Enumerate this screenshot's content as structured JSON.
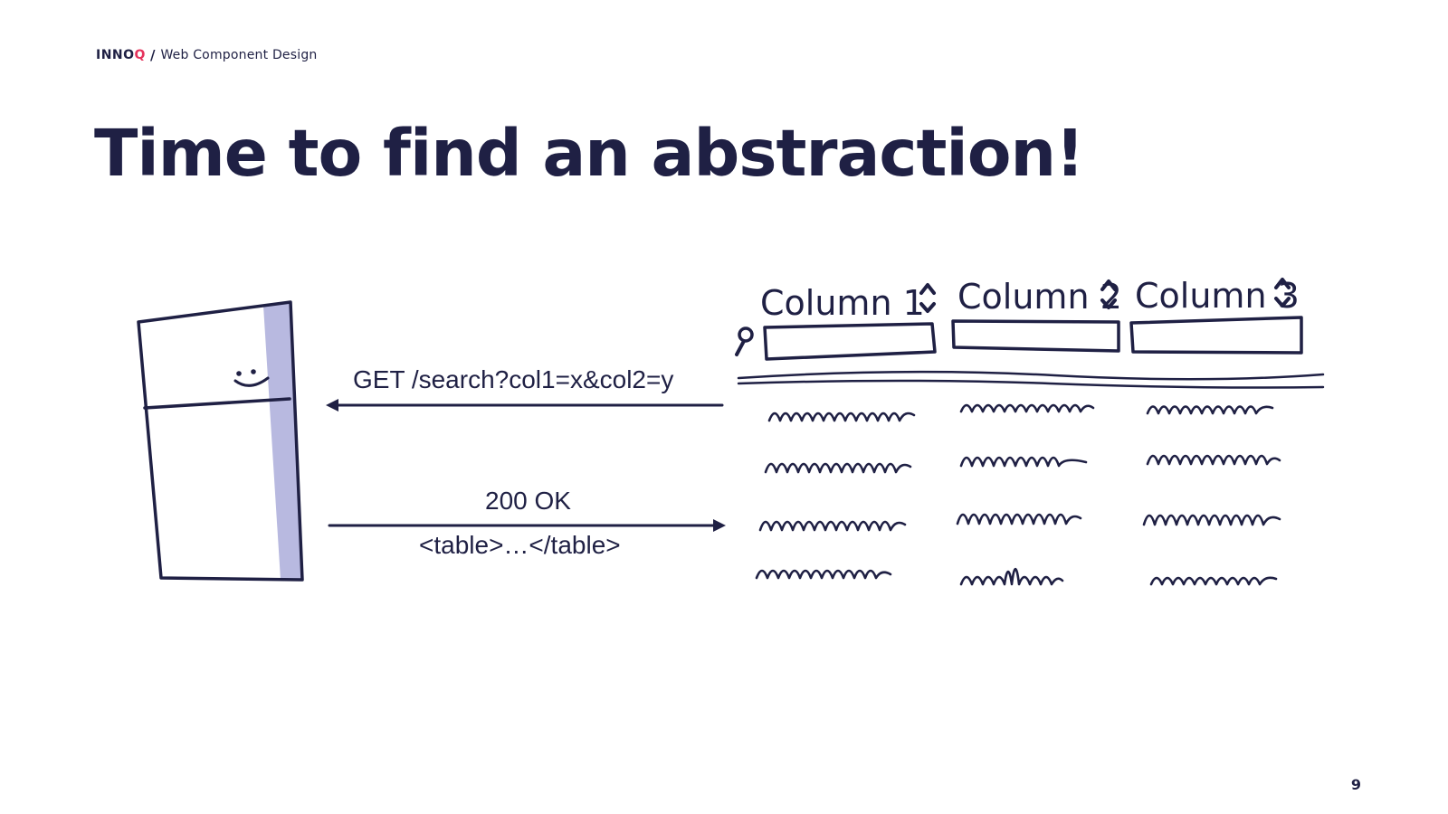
{
  "header": {
    "brand_prefix": "INNO",
    "brand_q": "Q",
    "slash": "/",
    "subtitle": "Web Component Design"
  },
  "slide": {
    "title": "Time to find an abstraction!",
    "page_number": "9"
  },
  "diagram": {
    "request_label": "GET /search?col1=x&col2=y",
    "response_status": "200 OK",
    "response_body": "<table>…</table>",
    "columns": [
      "Column 1",
      "Column 2",
      "Column 3"
    ],
    "sort_icon": "sort-updown-icon",
    "search_icon": "magnifier-icon",
    "server_icon": "fridge-server-icon",
    "colors": {
      "ink": "#1f2044",
      "server_shade": "#b8b9e0",
      "brand_accent": "#e5335c"
    }
  }
}
